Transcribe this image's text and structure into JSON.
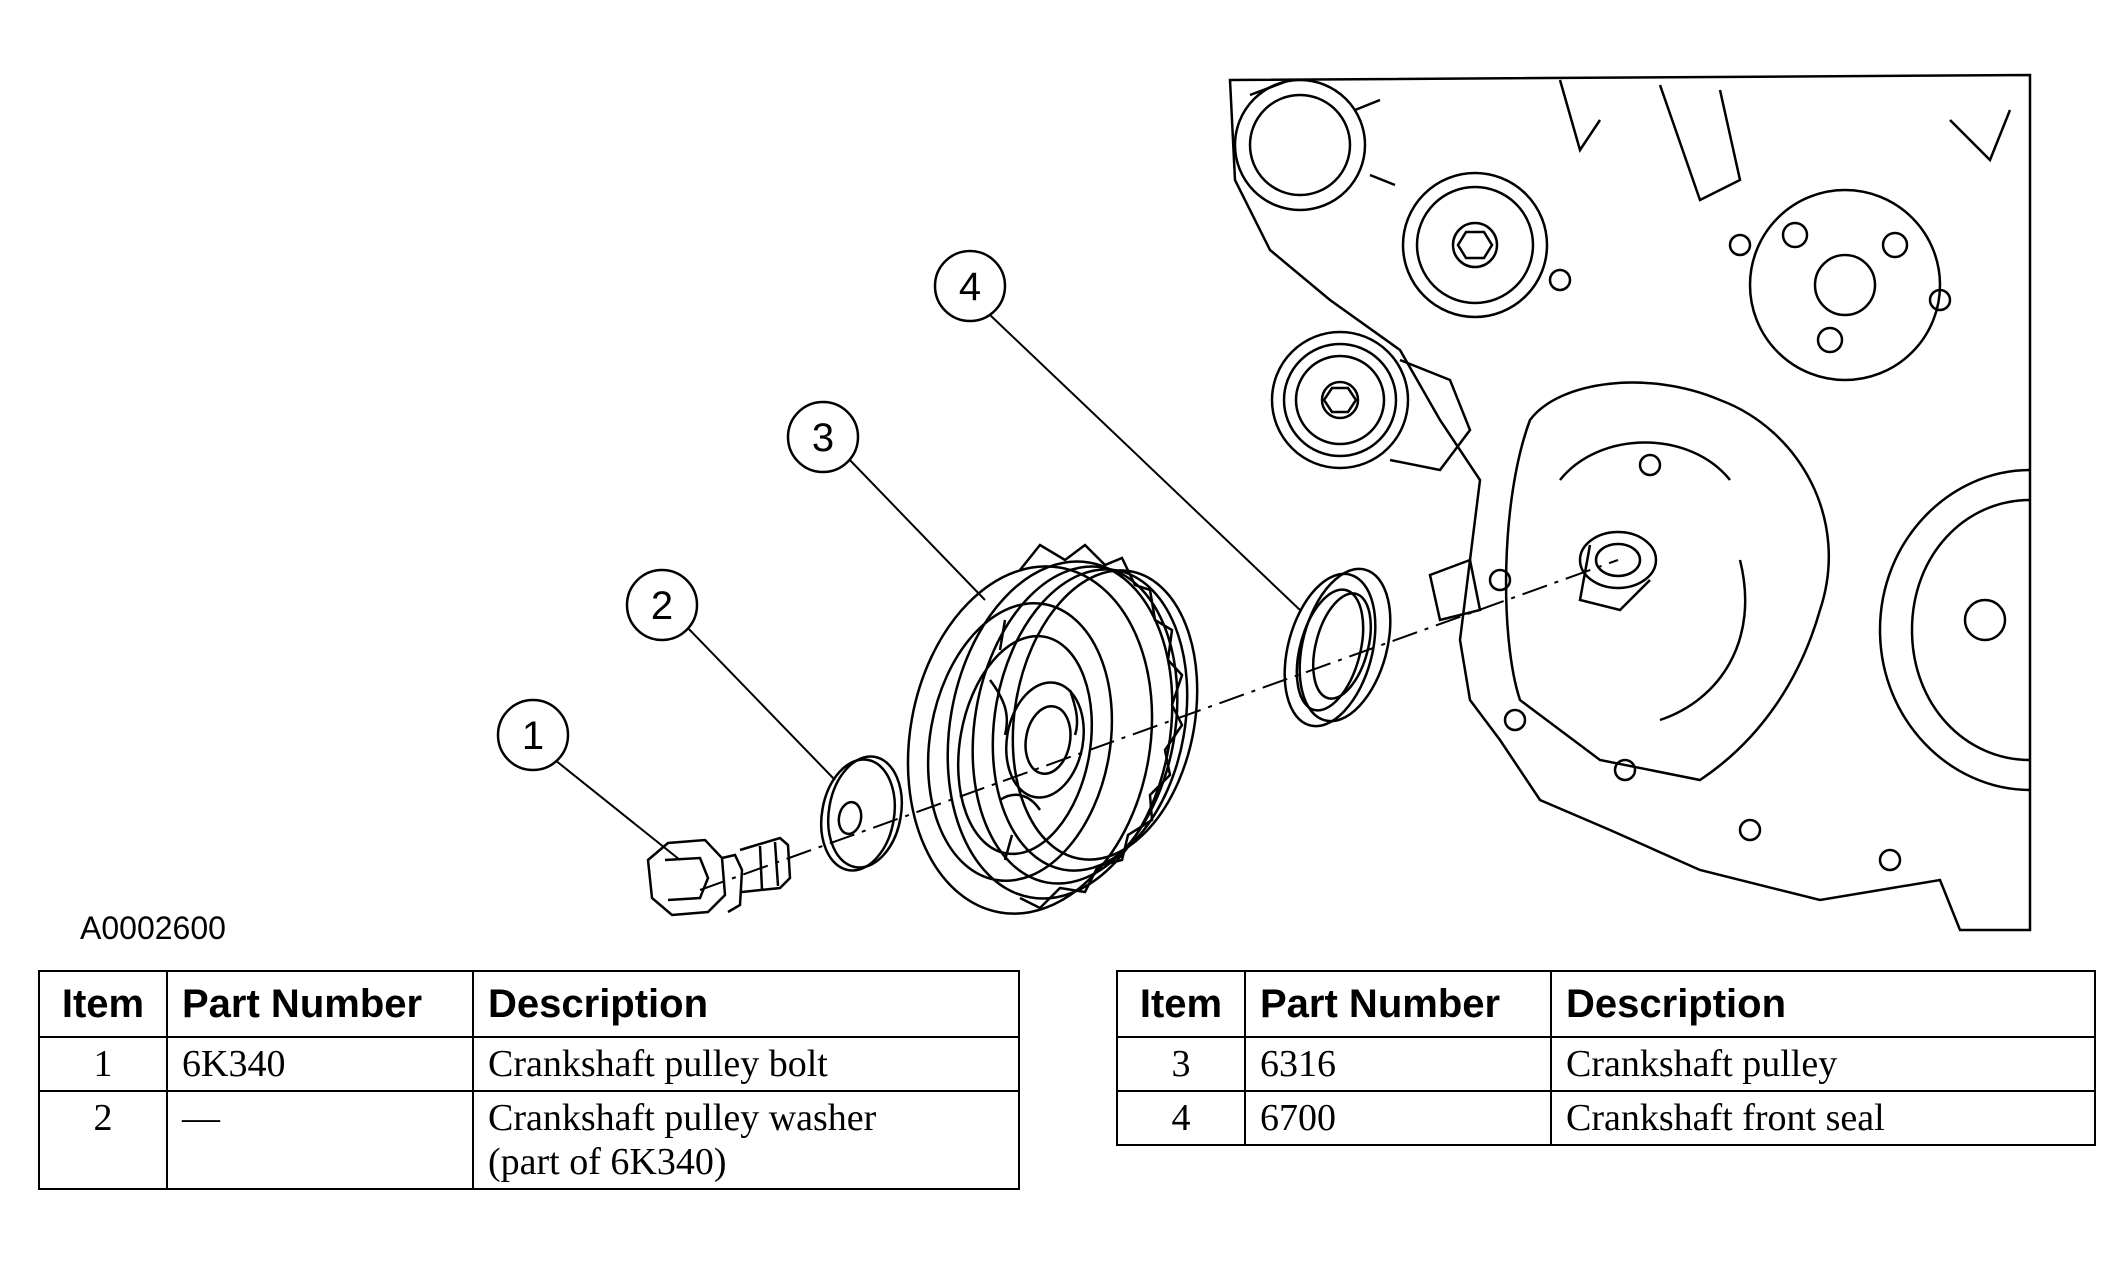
{
  "figure_id": "A0002600",
  "callouts": [
    "1",
    "2",
    "3",
    "4"
  ],
  "tables": [
    {
      "headers": [
        "Item",
        "Part Number",
        "Description"
      ],
      "rows": [
        {
          "item": "1",
          "part_number": "6K340",
          "description": [
            "Crankshaft pulley bolt"
          ]
        },
        {
          "item": "2",
          "part_number": "—",
          "description": [
            "Crankshaft pulley washer",
            "(part of 6K340)"
          ]
        }
      ]
    },
    {
      "headers": [
        "Item",
        "Part Number",
        "Description"
      ],
      "rows": [
        {
          "item": "3",
          "part_number": "6316",
          "description": [
            "Crankshaft pulley"
          ]
        },
        {
          "item": "4",
          "part_number": "6700",
          "description": [
            "Crankshaft front seal"
          ]
        }
      ]
    }
  ]
}
